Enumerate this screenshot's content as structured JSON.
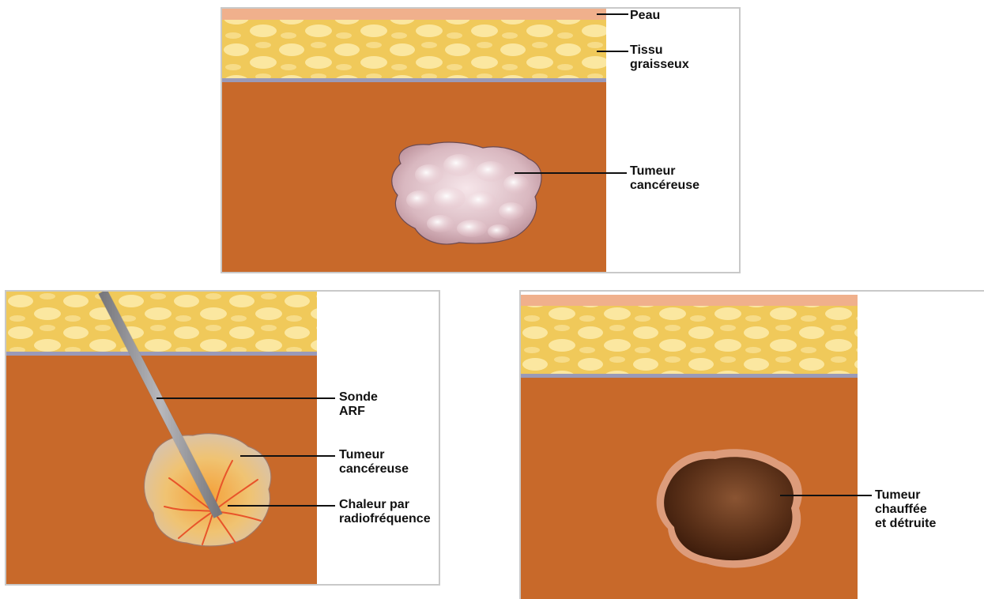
{
  "colors": {
    "skin": "#f0b08c",
    "fat": "#f2d06a",
    "fat_highlight": "#fbeaa6",
    "fascia": "#9a9ab8",
    "muscle": "#c8692a",
    "tumor": "#e2c6cc",
    "heated_tumor": "#f0c27a",
    "heat_lines": "#e8542a",
    "probe": "#a3a3a8",
    "destroyed_tumor": "#5a3018",
    "leader_line": "#111111"
  },
  "panels": {
    "top": {
      "labels": {
        "skin": "Peau",
        "fat": "Tissu\ngraisseux",
        "tumor": "Tumeur\ncancéreuse"
      }
    },
    "left": {
      "labels": {
        "probe": "Sonde\nARF",
        "tumor": "Tumeur\ncancéreuse",
        "heat": "Chaleur par\nradiofréquence"
      }
    },
    "right": {
      "labels": {
        "destroyed": "Tumeur\nchauffée\net détruite"
      }
    }
  }
}
